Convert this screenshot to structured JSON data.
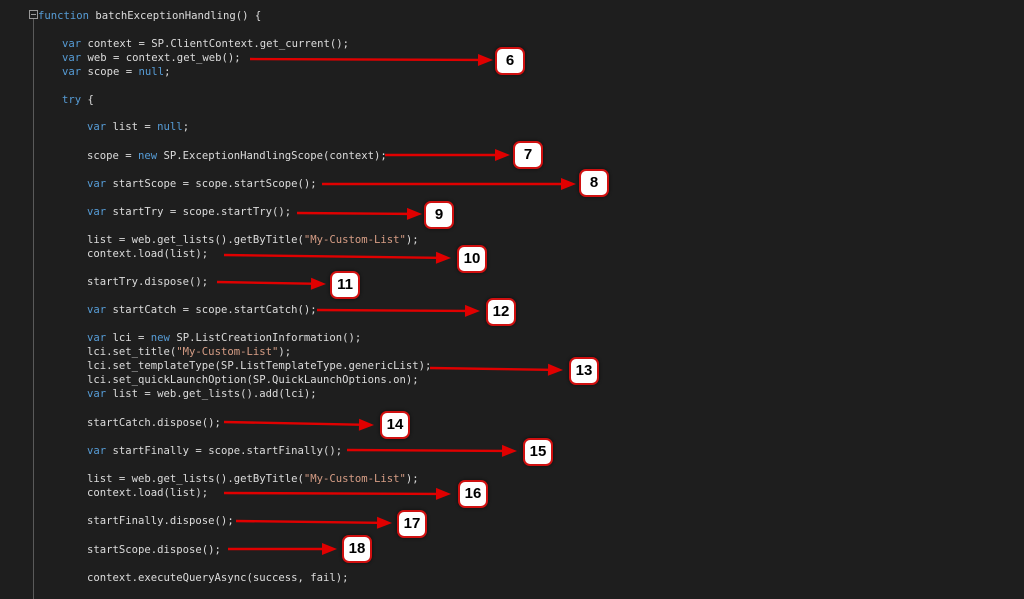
{
  "code_lines": [
    {
      "segments": [
        {
          "t": "function",
          "c": "kw"
        },
        {
          "t": " batchExceptionHandling() {"
        }
      ]
    },
    {
      "segments": [
        {
          "t": "var",
          "c": "kw"
        },
        {
          "t": " context = SP.ClientContext.get_current();"
        }
      ]
    },
    {
      "segments": [
        {
          "t": "var",
          "c": "kw"
        },
        {
          "t": " web = context.get_web();"
        }
      ]
    },
    {
      "segments": [
        {
          "t": "var",
          "c": "kw"
        },
        {
          "t": " scope = "
        },
        {
          "t": "null",
          "c": "kw"
        },
        {
          "t": ";"
        }
      ]
    },
    {
      "segments": [
        {
          "t": "try",
          "c": "kw"
        },
        {
          "t": " {"
        }
      ]
    },
    {
      "segments": [
        {
          "t": "var",
          "c": "kw"
        },
        {
          "t": " list = "
        },
        {
          "t": "null",
          "c": "kw"
        },
        {
          "t": ";"
        }
      ]
    },
    {
      "segments": [
        {
          "t": "scope = "
        },
        {
          "t": "new",
          "c": "kw"
        },
        {
          "t": " SP.ExceptionHandlingScope(context);"
        }
      ]
    },
    {
      "segments": [
        {
          "t": "var",
          "c": "kw"
        },
        {
          "t": " startScope = scope.startScope();"
        }
      ]
    },
    {
      "segments": [
        {
          "t": "var",
          "c": "kw"
        },
        {
          "t": " startTry = scope.startTry();"
        }
      ]
    },
    {
      "segments": [
        {
          "t": "list = web.get_lists().getByTitle("
        },
        {
          "t": "\"My-Custom-List\"",
          "c": "str"
        },
        {
          "t": ");"
        }
      ]
    },
    {
      "segments": [
        {
          "t": "context.load(list);"
        }
      ]
    },
    {
      "segments": [
        {
          "t": "startTry.dispose();"
        }
      ]
    },
    {
      "segments": [
        {
          "t": "var",
          "c": "kw"
        },
        {
          "t": " startCatch = scope.startCatch();"
        }
      ]
    },
    {
      "segments": [
        {
          "t": "var",
          "c": "kw"
        },
        {
          "t": " lci = "
        },
        {
          "t": "new",
          "c": "kw"
        },
        {
          "t": " SP.ListCreationInformation();"
        }
      ]
    },
    {
      "segments": [
        {
          "t": "lci.set_title("
        },
        {
          "t": "\"My-Custom-List\"",
          "c": "str"
        },
        {
          "t": ");"
        }
      ]
    },
    {
      "segments": [
        {
          "t": "lci.set_templateType(SP.ListTemplateType.genericList);"
        }
      ]
    },
    {
      "segments": [
        {
          "t": "lci.set_quickLaunchOption(SP.QuickLaunchOptions.on);"
        }
      ]
    },
    {
      "segments": [
        {
          "t": "var",
          "c": "kw"
        },
        {
          "t": " list = web.get_lists().add(lci);"
        }
      ]
    },
    {
      "segments": [
        {
          "t": "startCatch.dispose();"
        }
      ]
    },
    {
      "segments": [
        {
          "t": "var",
          "c": "kw"
        },
        {
          "t": " startFinally = scope.startFinally();"
        }
      ]
    },
    {
      "segments": [
        {
          "t": "list = web.get_lists().getByTitle("
        },
        {
          "t": "\"My-Custom-List\"",
          "c": "str"
        },
        {
          "t": ");"
        }
      ]
    },
    {
      "segments": [
        {
          "t": "context.load(list);"
        }
      ]
    },
    {
      "segments": [
        {
          "t": "startFinally.dispose();"
        }
      ]
    },
    {
      "segments": [
        {
          "t": "startScope.dispose();"
        }
      ]
    },
    {
      "segments": [
        {
          "t": "context.executeQueryAsync(success, fail);"
        }
      ]
    }
  ],
  "callouts": [
    "6",
    "7",
    "8",
    "9",
    "10",
    "11",
    "12",
    "13",
    "14",
    "15",
    "16",
    "17",
    "18"
  ],
  "colors": {
    "background": "#1e1e1e",
    "text": "#dcdcdc",
    "keyword": "#569cd6",
    "string": "#d69d85",
    "arrow": "#e00000",
    "badge_border": "#d01010"
  }
}
